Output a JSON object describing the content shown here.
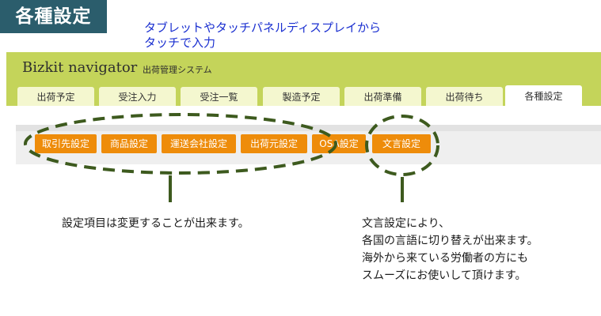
{
  "slide": {
    "badge_title": "各種設定",
    "blue_note_line1": "タブレットやタッチパネルディスプレイから",
    "blue_note_line2": "タッチで入力"
  },
  "app": {
    "brand": "Bizkit navigator",
    "subtitle": "出荷管理システム"
  },
  "tabs": [
    {
      "label": "出荷予定"
    },
    {
      "label": "受注入力"
    },
    {
      "label": "受注一覧"
    },
    {
      "label": "製造予定"
    },
    {
      "label": "出荷準備"
    },
    {
      "label": "出荷待ち"
    },
    {
      "label": "各種設定",
      "active": true
    }
  ],
  "settings_buttons": [
    {
      "label": "取引先設定"
    },
    {
      "label": "商品設定"
    },
    {
      "label": "運送会社設定"
    },
    {
      "label": "出荷元設定"
    },
    {
      "label": "OSA設定"
    },
    {
      "label": "文言設定"
    }
  ],
  "notes": {
    "left": "設定項目は変更することが出来ます。",
    "right": [
      "文言設定により、",
      "各国の言語に切り替えが出来ます。",
      "海外から来ている労働者の方にも",
      "スムーズにお使いして頂けます。"
    ]
  },
  "colors": {
    "badge_bg": "#2b5d6c",
    "header_bg": "#c4d45a",
    "tab_bg": "#f4f7cf",
    "button_bg": "#ee8c0a",
    "callout": "#3d5a1e",
    "note_blue": "#1a2fd0"
  }
}
